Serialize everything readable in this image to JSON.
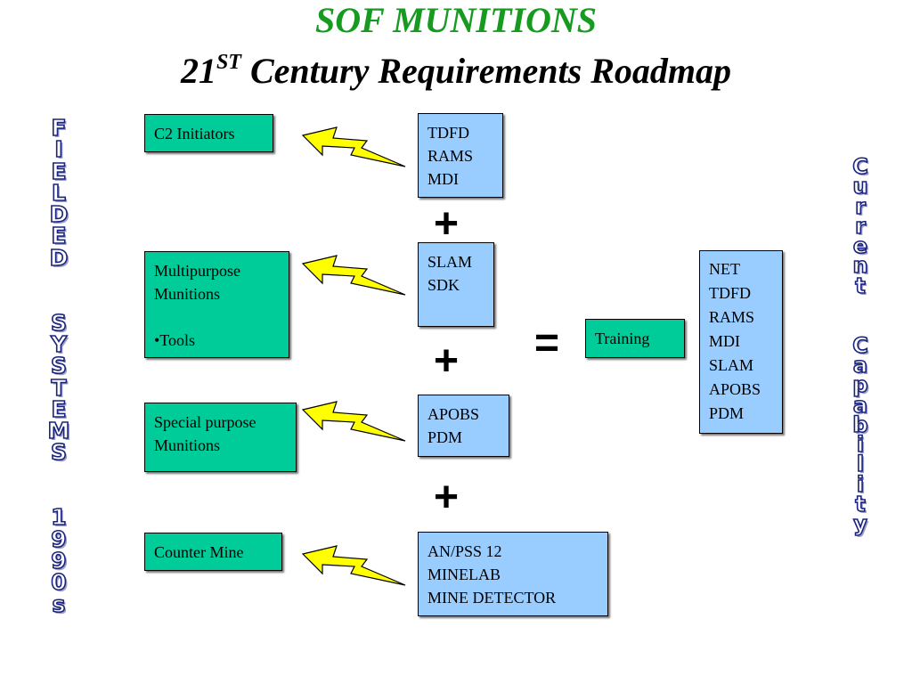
{
  "title": "SOF MUNITIONS",
  "subtitle": {
    "prefix": "21",
    "sup": "ST",
    "suffix": " Century Requirements Roadmap"
  },
  "left_vertical": [
    "FIELDED",
    "SYSTEMS",
    "1990s"
  ],
  "right_vertical": [
    "Current",
    "Capability"
  ],
  "categories": [
    {
      "lines": [
        "C2 Initiators"
      ]
    },
    {
      "lines": [
        "Multipurpose",
        "Munitions",
        "",
        "•Tools"
      ]
    },
    {
      "lines": [
        "Special purpose",
        "Munitions"
      ]
    },
    {
      "lines": [
        "Counter Mine"
      ]
    }
  ],
  "systems": [
    {
      "lines": [
        "TDFD",
        "RAMS",
        "MDI"
      ]
    },
    {
      "lines": [
        "SLAM",
        "SDK"
      ]
    },
    {
      "lines": [
        "APOBS",
        "PDM"
      ]
    },
    {
      "lines": [
        "AN/PSS 12",
        "MINELAB",
        "MINE DETECTOR"
      ]
    }
  ],
  "operators": {
    "plus": "+",
    "equals": "="
  },
  "training": "Training",
  "capability": {
    "lines": [
      "NET",
      "TDFD",
      "RAMS",
      "MDI",
      "SLAM",
      "APOBS",
      "PDM"
    ]
  },
  "colors": {
    "title": "#169A20",
    "category_fill": "#00CC99",
    "system_fill": "#99CCFF",
    "bolt": "#FFFF00",
    "vertical_outline": "#1a237e"
  },
  "icons": [
    "lightning-bolt-icon"
  ]
}
